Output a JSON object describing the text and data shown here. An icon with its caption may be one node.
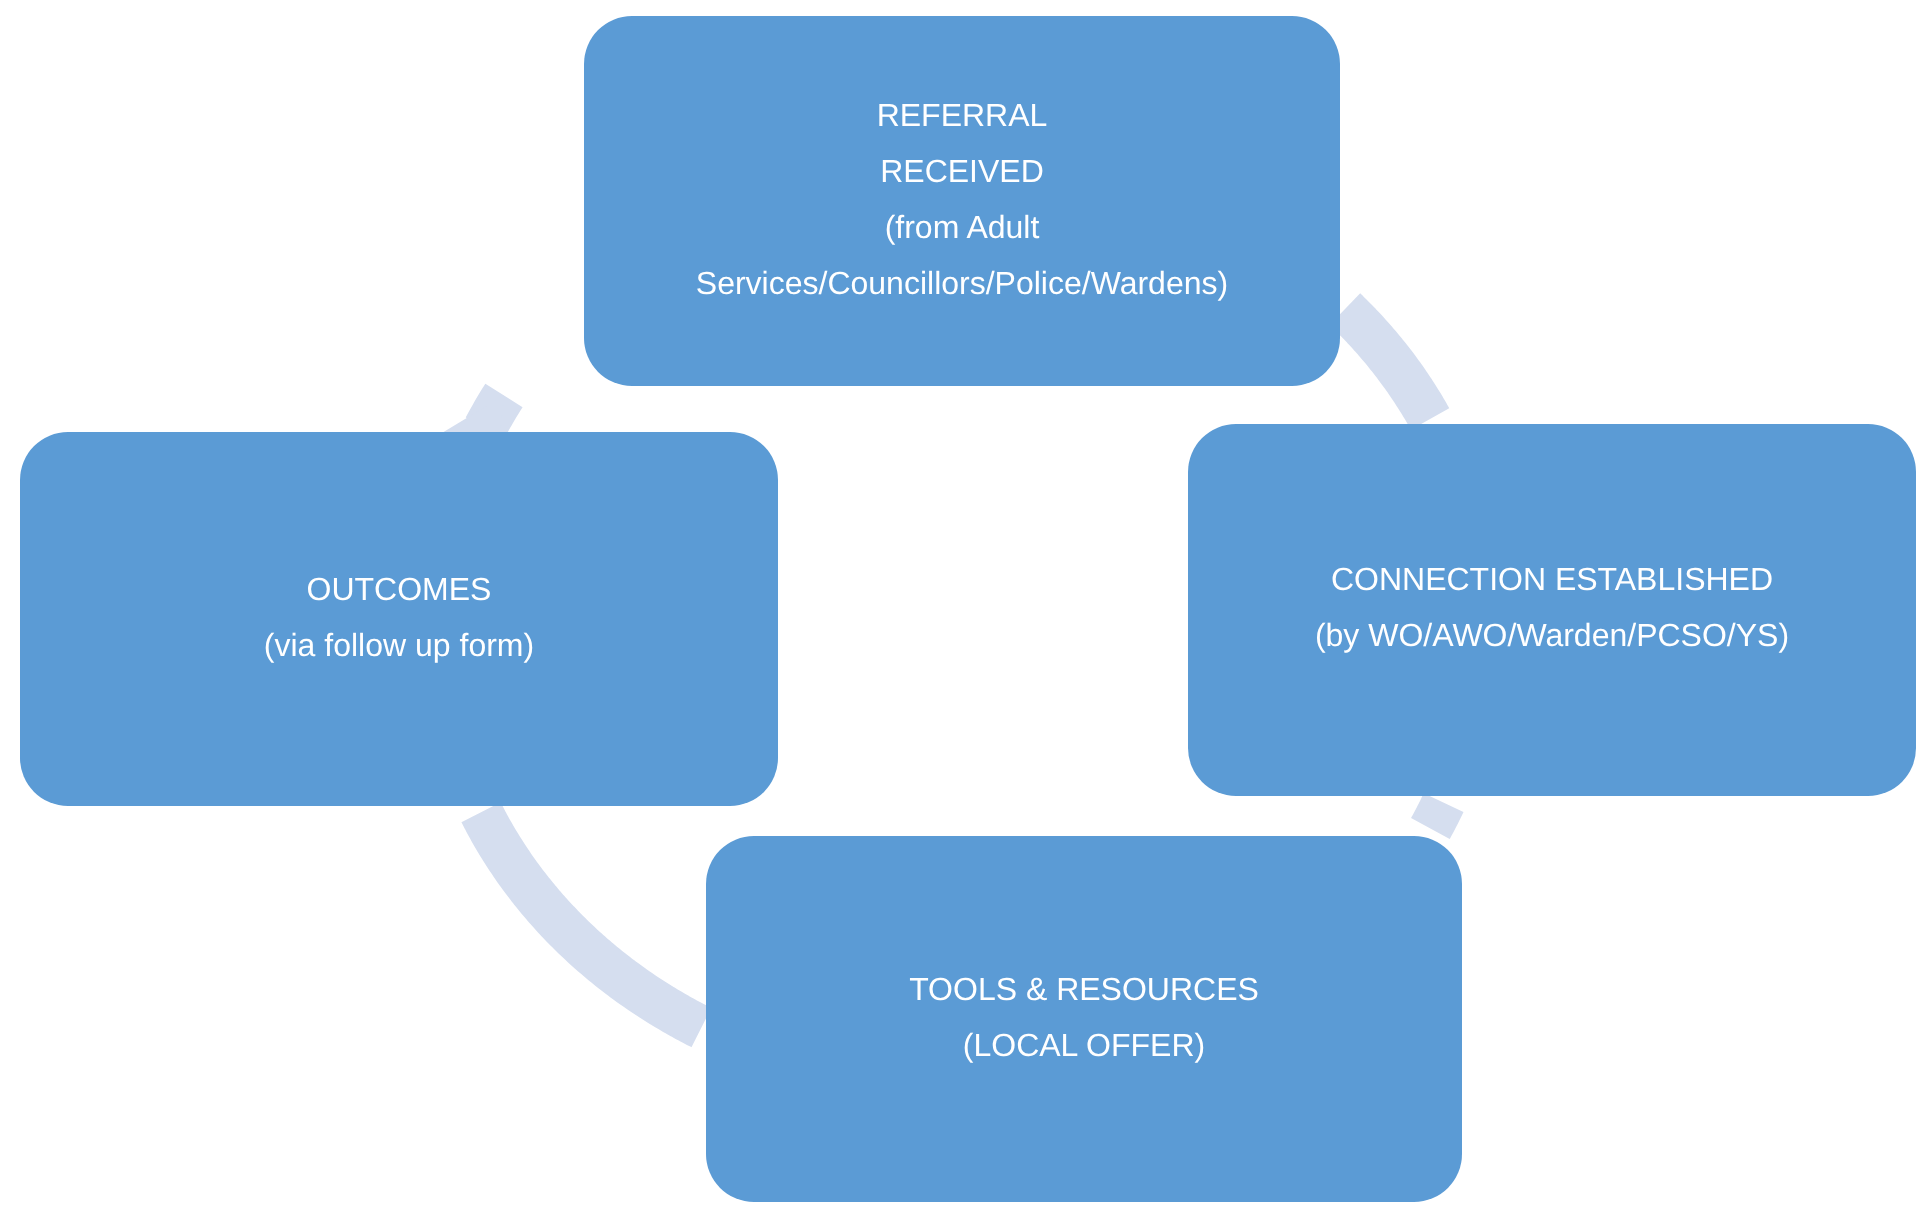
{
  "diagram": {
    "nodes": [
      {
        "text": [
          "REFERRAL",
          "RECEIVED",
          "(from Adult Services/Councillors/Police/Wardens)"
        ]
      },
      {
        "text": [
          "OUTCOMES",
          "(via follow up form)"
        ]
      },
      {
        "text": [
          "CONNECTION ESTABLISHED",
          "(by WO/AWO/Warden/PCSO/YS)"
        ]
      },
      {
        "text": [
          "TOOLS & RESOURCES",
          "(LOCAL OFFER)"
        ]
      }
    ],
    "edges": [
      {
        "from": 0,
        "to": 2,
        "arrow": "none"
      },
      {
        "from": 2,
        "to": 3,
        "arrow": "none"
      },
      {
        "from": 3,
        "to": 1,
        "arrow": "none"
      },
      {
        "from": 1,
        "to": 0,
        "arrow": "to"
      }
    ]
  }
}
